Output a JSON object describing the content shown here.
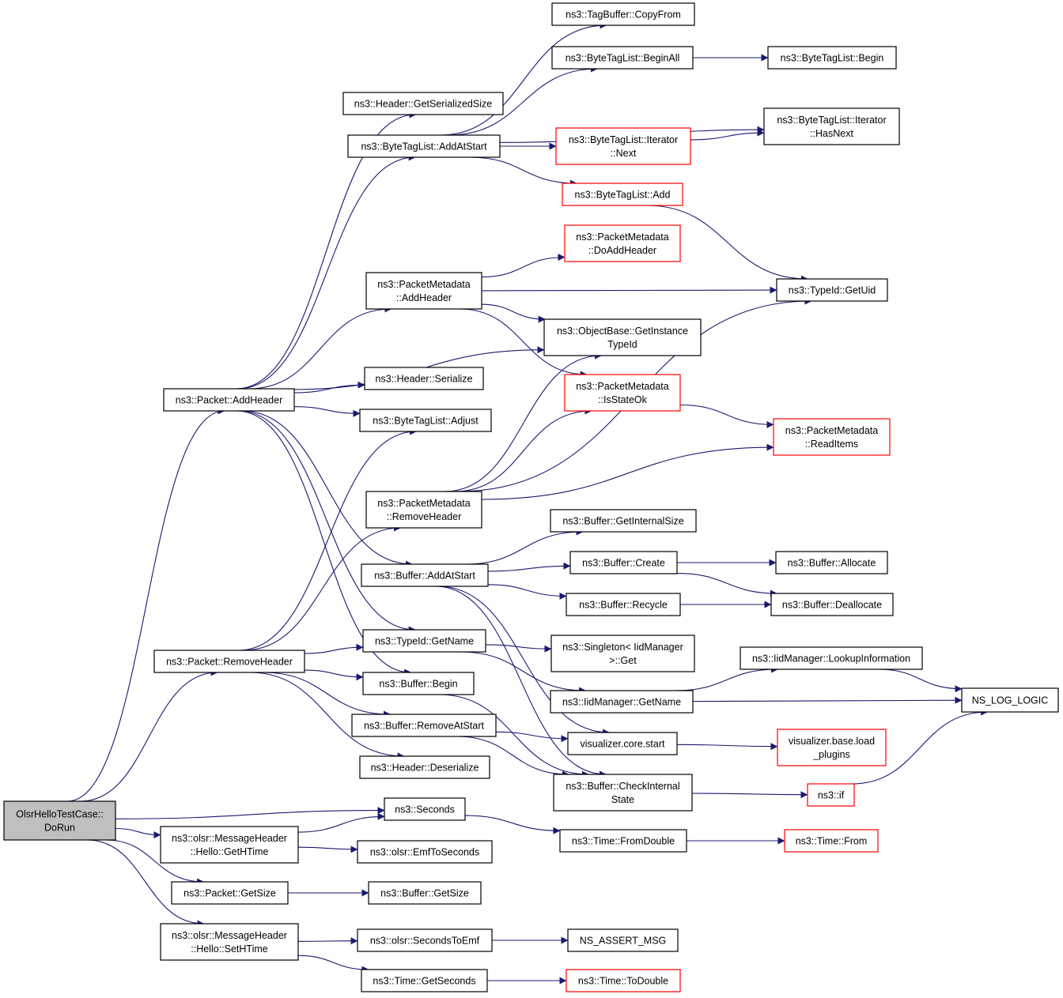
{
  "colors": {
    "edge": "#191970",
    "node_border": "#000000",
    "node_border_truncated": "#ff0000",
    "root_fill": "#bfbfbf",
    "node_fill": "#ffffff"
  },
  "nodes": [
    {
      "id": "root",
      "lines": [
        "OlsrHelloTestCase::",
        "DoRun"
      ],
      "style": "root"
    },
    {
      "id": "pkt_addheader",
      "lines": [
        "ns3::Packet::AddHeader"
      ],
      "style": "normal"
    },
    {
      "id": "pkt_removeheader",
      "lines": [
        "ns3::Packet::RemoveHeader"
      ],
      "style": "normal"
    },
    {
      "id": "hello_gethtime",
      "lines": [
        "ns3::olsr::MessageHeader",
        "::Hello::GetHTime"
      ],
      "style": "normal"
    },
    {
      "id": "pkt_getsize",
      "lines": [
        "ns3::Packet::GetSize"
      ],
      "style": "normal"
    },
    {
      "id": "hello_sethtime",
      "lines": [
        "ns3::olsr::MessageHeader",
        "::Hello::SetHTime"
      ],
      "style": "normal"
    },
    {
      "id": "hdr_getserializedsize",
      "lines": [
        "ns3::Header::GetSerializedSize"
      ],
      "style": "normal"
    },
    {
      "id": "btl_addatstart",
      "lines": [
        "ns3::ByteTagList::AddAtStart"
      ],
      "style": "normal"
    },
    {
      "id": "pm_addheader",
      "lines": [
        "ns3::PacketMetadata",
        "::AddHeader"
      ],
      "style": "normal"
    },
    {
      "id": "hdr_serialize",
      "lines": [
        "ns3::Header::Serialize"
      ],
      "style": "normal"
    },
    {
      "id": "btl_adjust",
      "lines": [
        "ns3::ByteTagList::Adjust"
      ],
      "style": "normal"
    },
    {
      "id": "pm_removeheader",
      "lines": [
        "ns3::PacketMetadata",
        "::RemoveHeader"
      ],
      "style": "normal"
    },
    {
      "id": "buf_addatstart",
      "lines": [
        "ns3::Buffer::AddAtStart"
      ],
      "style": "normal"
    },
    {
      "id": "tid_getname",
      "lines": [
        "ns3::TypeId::GetName"
      ],
      "style": "normal"
    },
    {
      "id": "buf_begin",
      "lines": [
        "ns3::Buffer::Begin"
      ],
      "style": "normal"
    },
    {
      "id": "buf_removeatstart",
      "lines": [
        "ns3::Buffer::RemoveAtStart"
      ],
      "style": "normal"
    },
    {
      "id": "hdr_deserialize",
      "lines": [
        "ns3::Header::Deserialize"
      ],
      "style": "normal"
    },
    {
      "id": "seconds",
      "lines": [
        "ns3::Seconds"
      ],
      "style": "normal"
    },
    {
      "id": "emftoseconds",
      "lines": [
        "ns3::olsr::EmfToSeconds"
      ],
      "style": "normal"
    },
    {
      "id": "buf_getsize",
      "lines": [
        "ns3::Buffer::GetSize"
      ],
      "style": "normal"
    },
    {
      "id": "secondstoemf",
      "lines": [
        "ns3::olsr::SecondsToEmf"
      ],
      "style": "normal"
    },
    {
      "id": "time_getseconds",
      "lines": [
        "ns3::Time::GetSeconds"
      ],
      "style": "normal"
    },
    {
      "id": "tagbuf_copyfrom",
      "lines": [
        "ns3::TagBuffer::CopyFrom"
      ],
      "style": "normal"
    },
    {
      "id": "btl_beginall",
      "lines": [
        "ns3::ByteTagList::BeginAll"
      ],
      "style": "normal"
    },
    {
      "id": "btl_iter_next",
      "lines": [
        "ns3::ByteTagList::Iterator",
        "::Next"
      ],
      "style": "truncated"
    },
    {
      "id": "btl_add",
      "lines": [
        "ns3::ByteTagList::Add"
      ],
      "style": "truncated"
    },
    {
      "id": "pm_doaddheader",
      "lines": [
        "ns3::PacketMetadata",
        "::DoAddHeader"
      ],
      "style": "truncated"
    },
    {
      "id": "ob_getinstancetypeid",
      "lines": [
        "ns3::ObjectBase::GetInstance",
        "TypeId"
      ],
      "style": "normal"
    },
    {
      "id": "pm_isstateok",
      "lines": [
        "ns3::PacketMetadata",
        "::IsStateOk"
      ],
      "style": "truncated"
    },
    {
      "id": "buf_getinternalsize",
      "lines": [
        "ns3::Buffer::GetInternalSize"
      ],
      "style": "normal"
    },
    {
      "id": "buf_create",
      "lines": [
        "ns3::Buffer::Create"
      ],
      "style": "normal"
    },
    {
      "id": "buf_recycle",
      "lines": [
        "ns3::Buffer::Recycle"
      ],
      "style": "normal"
    },
    {
      "id": "singleton_get",
      "lines": [
        "ns3::Singleton< IidManager",
        ">::Get"
      ],
      "style": "normal"
    },
    {
      "id": "iid_getname",
      "lines": [
        "ns3::IidManager::GetName"
      ],
      "style": "normal"
    },
    {
      "id": "viz_core_start",
      "lines": [
        "visualizer.core.start"
      ],
      "style": "normal"
    },
    {
      "id": "buf_checkinternalstate",
      "lines": [
        "ns3::Buffer::CheckInternal",
        "State"
      ],
      "style": "normal"
    },
    {
      "id": "time_fromdouble",
      "lines": [
        "ns3::Time::FromDouble"
      ],
      "style": "normal"
    },
    {
      "id": "nsassertmsg",
      "lines": [
        "NS_ASSERT_MSG"
      ],
      "style": "normal"
    },
    {
      "id": "time_todouble",
      "lines": [
        "ns3::Time::ToDouble"
      ],
      "style": "truncated"
    },
    {
      "id": "btl_begin",
      "lines": [
        "ns3::ByteTagList::Begin"
      ],
      "style": "normal"
    },
    {
      "id": "btl_iter_hasnext",
      "lines": [
        "ns3::ByteTagList::Iterator",
        "::HasNext"
      ],
      "style": "normal"
    },
    {
      "id": "tid_getuid",
      "lines": [
        "ns3::TypeId::GetUid"
      ],
      "style": "normal"
    },
    {
      "id": "pm_readitems",
      "lines": [
        "ns3::PacketMetadata",
        "::ReadItems"
      ],
      "style": "truncated"
    },
    {
      "id": "buf_allocate",
      "lines": [
        "ns3::Buffer::Allocate"
      ],
      "style": "normal"
    },
    {
      "id": "buf_deallocate",
      "lines": [
        "ns3::Buffer::Deallocate"
      ],
      "style": "normal"
    },
    {
      "id": "iid_lookupinformation",
      "lines": [
        "ns3::IidManager::LookupInformation"
      ],
      "style": "normal"
    },
    {
      "id": "ns_log_logic",
      "lines": [
        "NS_LOG_LOGIC"
      ],
      "style": "normal"
    },
    {
      "id": "viz_base_loadplugins",
      "lines": [
        "visualizer.base.load",
        "_plugins"
      ],
      "style": "truncated"
    },
    {
      "id": "ns3_if",
      "lines": [
        "ns3::if"
      ],
      "style": "truncated"
    },
    {
      "id": "time_from",
      "lines": [
        "ns3::Time::From"
      ],
      "style": "truncated"
    }
  ],
  "edges": [
    [
      "root",
      "pkt_addheader"
    ],
    [
      "root",
      "pkt_removeheader"
    ],
    [
      "root",
      "seconds"
    ],
    [
      "root",
      "hello_gethtime"
    ],
    [
      "root",
      "pkt_getsize"
    ],
    [
      "root",
      "hello_sethtime"
    ],
    [
      "pkt_addheader",
      "hdr_getserializedsize"
    ],
    [
      "pkt_addheader",
      "btl_addatstart"
    ],
    [
      "pkt_addheader",
      "pm_addheader"
    ],
    [
      "pkt_addheader",
      "ob_getinstancetypeid"
    ],
    [
      "pkt_addheader",
      "hdr_serialize"
    ],
    [
      "pkt_addheader",
      "btl_adjust"
    ],
    [
      "pkt_addheader",
      "buf_addatstart"
    ],
    [
      "pkt_addheader",
      "tid_getname"
    ],
    [
      "pkt_addheader",
      "buf_begin"
    ],
    [
      "pkt_removeheader",
      "btl_adjust"
    ],
    [
      "pkt_removeheader",
      "pm_removeheader"
    ],
    [
      "pkt_removeheader",
      "tid_getname"
    ],
    [
      "pkt_removeheader",
      "buf_begin"
    ],
    [
      "pkt_removeheader",
      "buf_removeatstart"
    ],
    [
      "pkt_removeheader",
      "hdr_deserialize"
    ],
    [
      "btl_addatstart",
      "tagbuf_copyfrom"
    ],
    [
      "btl_addatstart",
      "btl_beginall"
    ],
    [
      "btl_addatstart",
      "btl_iter_hasnext"
    ],
    [
      "btl_addatstart",
      "btl_iter_next"
    ],
    [
      "btl_addatstart",
      "btl_add"
    ],
    [
      "btl_beginall",
      "btl_begin"
    ],
    [
      "btl_iter_next",
      "btl_iter_hasnext"
    ],
    [
      "btl_add",
      "tid_getuid"
    ],
    [
      "pm_addheader",
      "pm_doaddheader"
    ],
    [
      "pm_addheader",
      "tid_getuid"
    ],
    [
      "pm_addheader",
      "ob_getinstancetypeid"
    ],
    [
      "pm_addheader",
      "pm_isstateok"
    ],
    [
      "pm_isstateok",
      "pm_readitems"
    ],
    [
      "pm_removeheader",
      "ob_getinstancetypeid"
    ],
    [
      "pm_removeheader",
      "pm_isstateok"
    ],
    [
      "pm_removeheader",
      "tid_getuid"
    ],
    [
      "pm_removeheader",
      "pm_readitems"
    ],
    [
      "buf_addatstart",
      "buf_getinternalsize"
    ],
    [
      "buf_addatstart",
      "buf_create"
    ],
    [
      "buf_addatstart",
      "buf_recycle"
    ],
    [
      "buf_addatstart",
      "viz_core_start"
    ],
    [
      "buf_addatstart",
      "buf_checkinternalstate"
    ],
    [
      "buf_create",
      "buf_allocate"
    ],
    [
      "buf_create",
      "buf_deallocate"
    ],
    [
      "buf_recycle",
      "buf_deallocate"
    ],
    [
      "tid_getname",
      "singleton_get"
    ],
    [
      "tid_getname",
      "iid_getname"
    ],
    [
      "iid_getname",
      "iid_lookupinformation"
    ],
    [
      "iid_getname",
      "ns_log_logic"
    ],
    [
      "iid_lookupinformation",
      "ns_log_logic"
    ],
    [
      "buf_begin",
      "buf_checkinternalstate"
    ],
    [
      "buf_removeatstart",
      "viz_core_start"
    ],
    [
      "buf_removeatstart",
      "buf_checkinternalstate"
    ],
    [
      "viz_core_start",
      "viz_base_loadplugins"
    ],
    [
      "buf_checkinternalstate",
      "ns3_if"
    ],
    [
      "ns3_if",
      "ns_log_logic"
    ],
    [
      "hello_gethtime",
      "seconds"
    ],
    [
      "hello_gethtime",
      "emftoseconds"
    ],
    [
      "seconds",
      "time_fromdouble"
    ],
    [
      "time_fromdouble",
      "time_from"
    ],
    [
      "pkt_getsize",
      "buf_getsize"
    ],
    [
      "hello_sethtime",
      "secondstoemf"
    ],
    [
      "hello_sethtime",
      "time_getseconds"
    ],
    [
      "secondstoemf",
      "nsassertmsg"
    ],
    [
      "time_getseconds",
      "time_todouble"
    ]
  ]
}
